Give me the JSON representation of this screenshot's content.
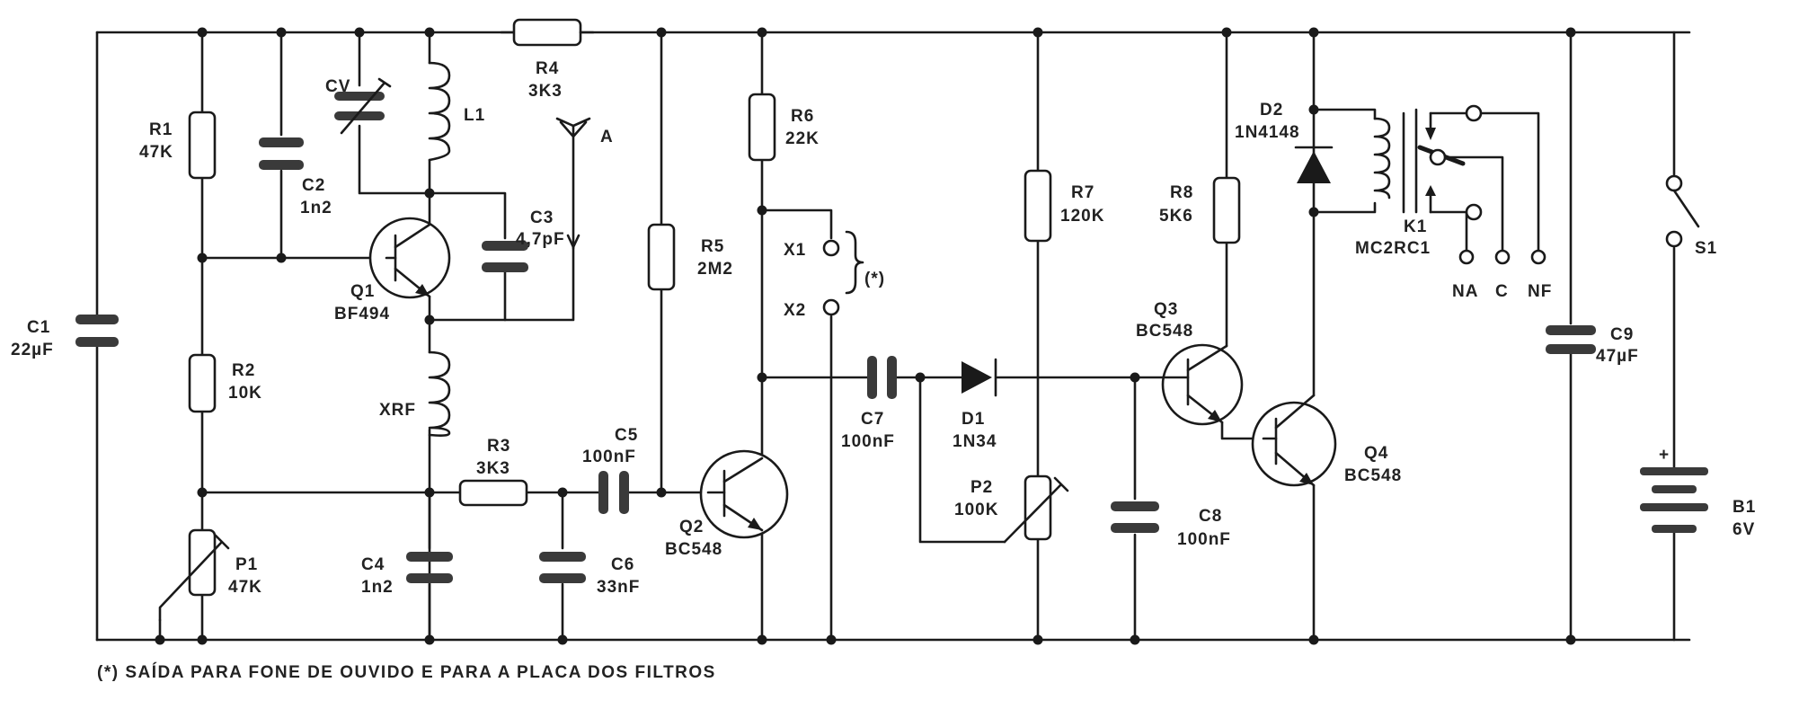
{
  "components": {
    "c1": {
      "ref": "C1",
      "value": "22µF"
    },
    "r1": {
      "ref": "R1",
      "value": "47K"
    },
    "c2": {
      "ref": "C2",
      "value": "1n2"
    },
    "cv": {
      "ref": "CV"
    },
    "l1": {
      "ref": "L1"
    },
    "r4": {
      "ref": "R4",
      "value": "3K3"
    },
    "ant": {
      "ref": "A"
    },
    "c3": {
      "ref": "C3",
      "value": "4,7pF"
    },
    "q1": {
      "ref": "Q1",
      "value": "BF494"
    },
    "r2": {
      "ref": "R2",
      "value": "10K"
    },
    "xrf": {
      "ref": "XRF"
    },
    "r3": {
      "ref": "R3",
      "value": "3K3"
    },
    "c5": {
      "ref": "C5",
      "value": "100nF"
    },
    "p1": {
      "ref": "P1",
      "value": "47K"
    },
    "c4": {
      "ref": "C4",
      "value": "1n2"
    },
    "c6": {
      "ref": "C6",
      "value": "33nF"
    },
    "r5": {
      "ref": "R5",
      "value": "2M2"
    },
    "r6": {
      "ref": "R6",
      "value": "22K"
    },
    "q2": {
      "ref": "Q2",
      "value": "BC548"
    },
    "x1": {
      "ref": "X1"
    },
    "x2": {
      "ref": "X2"
    },
    "asterisk": "(*)",
    "c7": {
      "ref": "C7",
      "value": "100nF"
    },
    "d1": {
      "ref": "D1",
      "value": "1N34"
    },
    "r7": {
      "ref": "R7",
      "value": "120K"
    },
    "p2": {
      "ref": "P2",
      "value": "100K"
    },
    "c8": {
      "ref": "C8",
      "value": "100nF"
    },
    "r8": {
      "ref": "R8",
      "value": "5K6"
    },
    "q3": {
      "ref": "Q3",
      "value": "BC548"
    },
    "q4": {
      "ref": "Q4",
      "value": "BC548"
    },
    "d2": {
      "ref": "D2",
      "value": "1N4148"
    },
    "k1": {
      "ref": "K1",
      "value": "MC2RC1"
    },
    "relay_terminals": [
      "NA",
      "C",
      "NF"
    ],
    "c9": {
      "ref": "C9",
      "value": "47µF"
    },
    "b1": {
      "ref": "B1",
      "value": "6V",
      "polarity": "+"
    },
    "s1": {
      "ref": "S1"
    }
  },
  "footnote": "(*) SAÍDA PARA FONE DE OUVIDO E PARA A PLACA DOS FILTROS"
}
